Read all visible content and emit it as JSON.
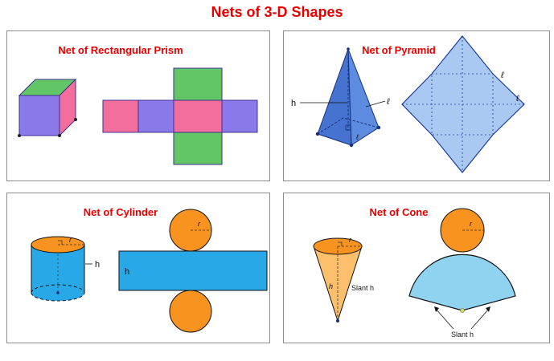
{
  "page": {
    "title": "Nets of 3-D Shapes"
  },
  "colors": {
    "title_red": "#e80000",
    "panel_border": "#8c8c8c",
    "prism_green": "#63c666",
    "prism_purple": "#8a79e8",
    "prism_pink": "#f26f9d",
    "pyramid_left": "#4673cf",
    "pyramid_right": "#5c8be0",
    "pyramid_net": "#a9c9f2",
    "pyramid_line": "#16307a",
    "cylinder_blue": "#29a8e8",
    "sector_blue": "#8fd3f0",
    "orange": "#f7931e",
    "cone_body": "#fcbf6b",
    "apex_dot": "#d4e157"
  },
  "panels": {
    "prism": {
      "title": "Net of Rectangular Prism"
    },
    "pyramid": {
      "title": "Net of Pyramid",
      "labels": {
        "height": "h",
        "slant": "ℓ",
        "slant_small": "ℓ",
        "net_slant_top": "ℓ",
        "net_slant_right": "ℓ"
      }
    },
    "cylinder": {
      "title": "Net of Cylinder",
      "labels": {
        "radius": "r",
        "height": "h",
        "net_radius": "r",
        "net_height": "h"
      }
    },
    "cone": {
      "title": "Net of Cone",
      "labels": {
        "radius": "r",
        "height": "h",
        "slant": "Slant h",
        "net_radius": "r",
        "net_slant": "Slant h"
      }
    }
  }
}
